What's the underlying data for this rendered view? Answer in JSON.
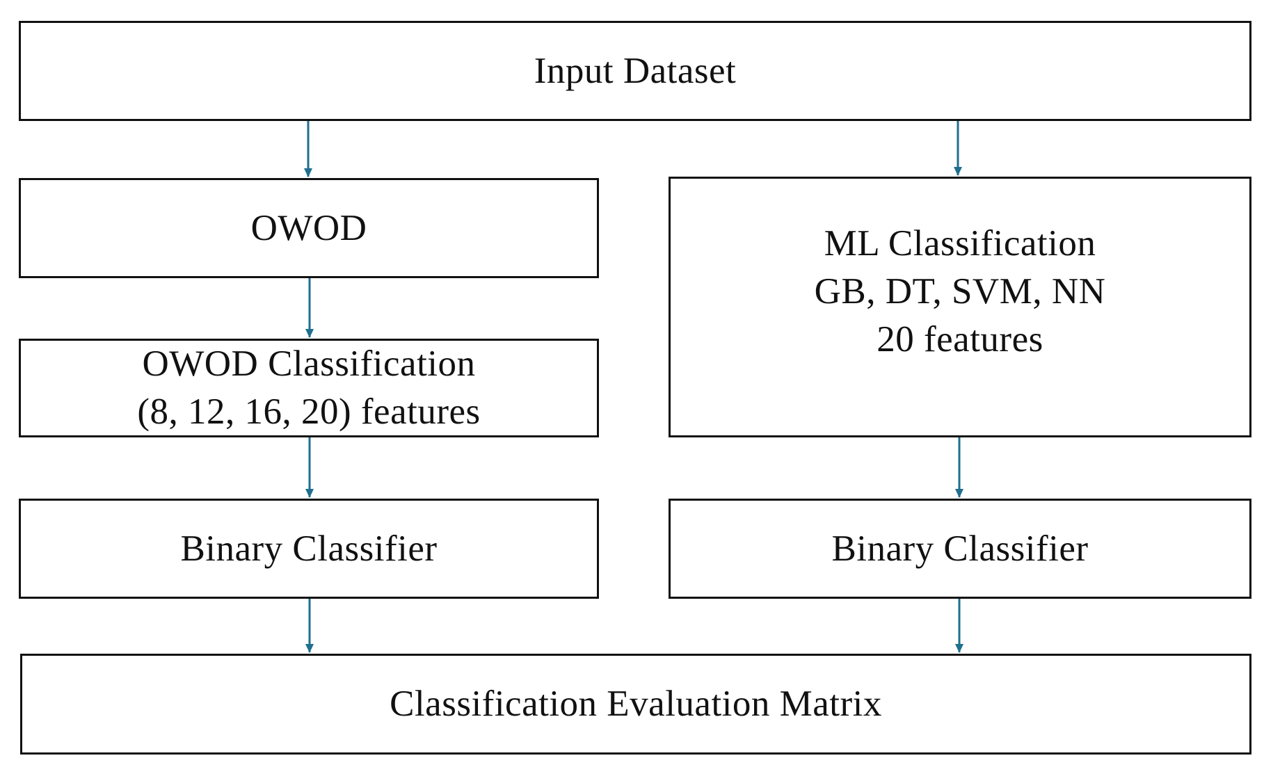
{
  "diagram": {
    "input": "Input Dataset",
    "owod": "OWOD",
    "owod_classification": {
      "line1": "OWOD Classification",
      "line2": "(8, 12, 16, 20) features"
    },
    "ml_classification": {
      "line1": "ML Classification",
      "line2": "GB, DT, SVM, NN",
      "line3": "20 features"
    },
    "binary_left": "Binary Classifier",
    "binary_right": "Binary Classifier",
    "evaluation": "Classification Evaluation Matrix"
  },
  "colors": {
    "arrow": "#1f6f8f",
    "border": "#111111"
  }
}
